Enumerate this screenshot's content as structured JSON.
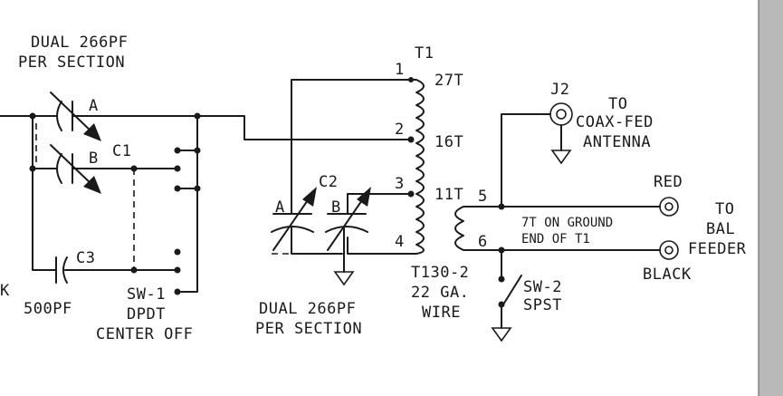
{
  "labels": {
    "c1_title_1": "DUAL 266PF",
    "c1_title_2": "PER SECTION",
    "c1_sec_a": "A",
    "c1_sec_b": "B",
    "c1": "C1",
    "c3": "C3",
    "c3_value": "500PF",
    "edge_k": "K",
    "sw1_1": "SW-1",
    "sw1_2": "DPDT",
    "sw1_3": "CENTER OFF",
    "c2": "C2",
    "c2_sec_a": "A",
    "c2_sec_b": "B",
    "c2_title_1": "DUAL 266PF",
    "c2_title_2": "PER SECTION",
    "t1": "T1",
    "tap1": "1",
    "tap2": "2",
    "tap3": "3",
    "tap4": "4",
    "turns_27": "27T",
    "turns_16": "16T",
    "turns_11": "11T",
    "core_1": "T130-2",
    "core_2": "22 GA.",
    "core_3": "WIRE",
    "j2": "J2",
    "coax_1": "TO",
    "coax_2": "COAX-FED",
    "coax_3": "ANTENNA",
    "node5": "5",
    "node6": "6",
    "link_1": "7T ON GROUND",
    "link_2": "END OF T1",
    "red": "RED",
    "black": "BLACK",
    "bal_1": "TO",
    "bal_2": "BAL",
    "bal_3": "FEEDER",
    "sw2_1": "SW-2",
    "sw2_2": "SPST"
  }
}
